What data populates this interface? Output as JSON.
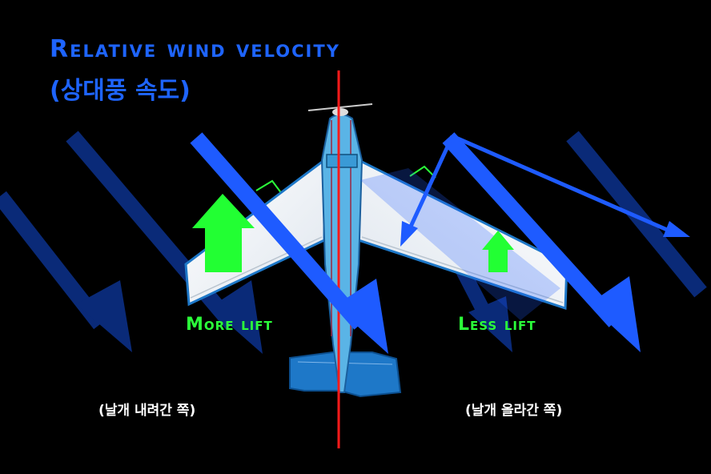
{
  "title": {
    "line1": "Relative wind velocity",
    "line2": "(상대풍 속도)"
  },
  "labels": {
    "more_lift": "More lift",
    "less_lift": "Less lift",
    "left_note": "(날개 내려간 쪽)",
    "right_note": "(날개 올라간 쪽)"
  },
  "colors": {
    "wind_arrow": "#1e5bff",
    "wind_arrow_faded": "#0a2a78",
    "lift_arrow": "#22ff33",
    "axis_line": "#ff1a1a",
    "wing": "#ffffff",
    "fuselage": "#5ab4e6",
    "tail": "#1e78c8"
  },
  "icons": [
    "airplane-top-view",
    "wind-arrow",
    "lift-arrow",
    "velocity-vector"
  ]
}
